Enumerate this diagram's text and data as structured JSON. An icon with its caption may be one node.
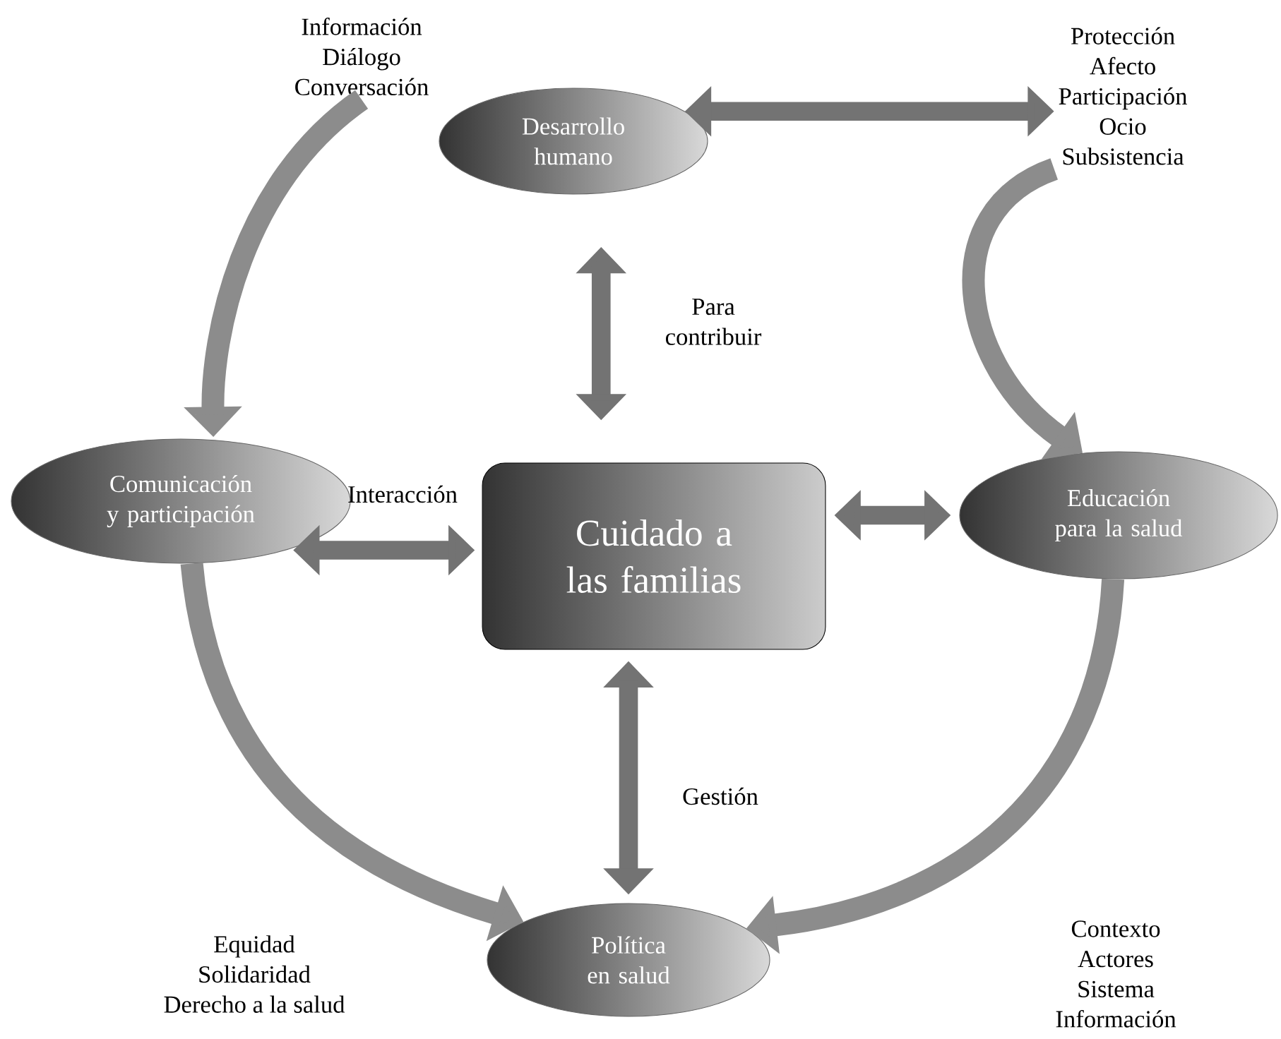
{
  "diagram": {
    "nodes": [
      {
        "text": [
          "Desarrollo humano"
        ]
      },
      {
        "text": [
          "Comunicación y participación"
        ]
      },
      {
        "text": [
          "Cuidado a las familias"
        ]
      },
      {
        "text": [
          "Educación para la salud"
        ]
      },
      {
        "text": [
          "Política en salud"
        ]
      },
      {
        "text": [
          "Información",
          "Diálogo",
          "Conversación"
        ]
      },
      {
        "text": [
          "Protección",
          "Afecto",
          "Participación",
          "Ocio",
          "Subsistencia"
        ]
      },
      {
        "text": [
          "Equidad",
          "Solidaridad",
          "Derecho a la salud"
        ]
      },
      {
        "text": [
          "Contexto",
          "Actores",
          "Sistema",
          "Información"
        ]
      }
    ],
    "edges": [
      {
        "from": 0,
        "to": 2,
        "arrow": "both",
        "label": "Para contribuir"
      },
      {
        "from": 1,
        "to": 2,
        "arrow": "both",
        "label": "Interacción"
      },
      {
        "from": 2,
        "to": 3,
        "arrow": "both"
      },
      {
        "from": 2,
        "to": 4,
        "arrow": "both",
        "label": "Gestión"
      },
      {
        "from": 0,
        "to": 6,
        "arrow": "both"
      },
      {
        "from": 5,
        "to": 1,
        "arrow": "to"
      },
      {
        "from": 6,
        "to": 3,
        "arrow": "to"
      },
      {
        "from": 1,
        "to": 4,
        "arrow": "to"
      },
      {
        "from": 3,
        "to": 4,
        "arrow": "to"
      }
    ]
  }
}
